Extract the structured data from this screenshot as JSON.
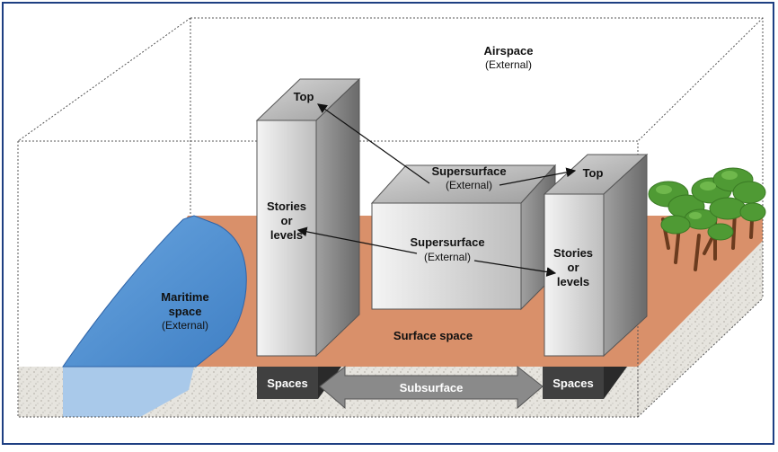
{
  "labels": {
    "airspace": "Airspace",
    "airspace_sub": "(External)",
    "top_left": "Top",
    "top_right": "Top",
    "stories_left": [
      "Stories",
      "or",
      "levels"
    ],
    "stories_right": [
      "Stories",
      "or",
      "levels"
    ],
    "supersurface_top": "Supersurface",
    "supersurface_top_sub": "(External)",
    "supersurface_front": "Supersurface",
    "supersurface_front_sub": "(External)",
    "maritime": [
      "Maritime",
      "space"
    ],
    "maritime_sub": "(External)",
    "surface_space": "Surface space",
    "spaces_left": "Spaces",
    "spaces_right": "Spaces",
    "subsurface": "Subsurface"
  },
  "colors": {
    "frame": "#1e3f82",
    "ground": "#d9906a",
    "sea": "#4d8fd2",
    "sea_under": "#a9c9ea",
    "gravel": "#e4e2dc",
    "box_light": "#ececec",
    "box_dark": "#8a8a8a",
    "spaces_block": "#404040",
    "arrow_fill": "#8a8a8a",
    "tree_foliage": "#4f9a34",
    "tree_trunk": "#6b3b1e"
  }
}
